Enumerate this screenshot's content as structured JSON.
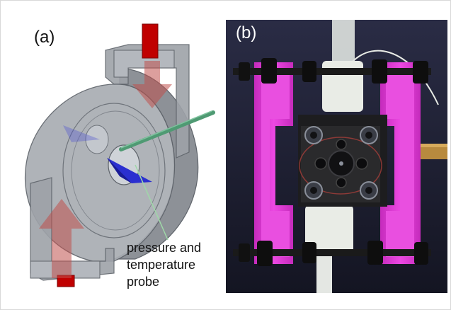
{
  "panel_a": {
    "label": "(a)",
    "annotation": {
      "lines": [
        "pressure and",
        "temperature",
        "probe"
      ]
    },
    "colors": {
      "housing_fill": "#a9adb3",
      "housing_edge": "#5f646b",
      "flow_arrow": "#c0504d",
      "inlet_red": "#c00000",
      "probe_green": "#4f9a73",
      "swirl_blue": "#2b2fd0"
    }
  },
  "panel_b": {
    "label": "(b)",
    "colors": {
      "background": "#1b1d2e",
      "frame_magenta": "#e033d7",
      "center_block": "#1d1d1f",
      "tube": "#e9ece6",
      "rod": "#1a1a1a"
    }
  }
}
